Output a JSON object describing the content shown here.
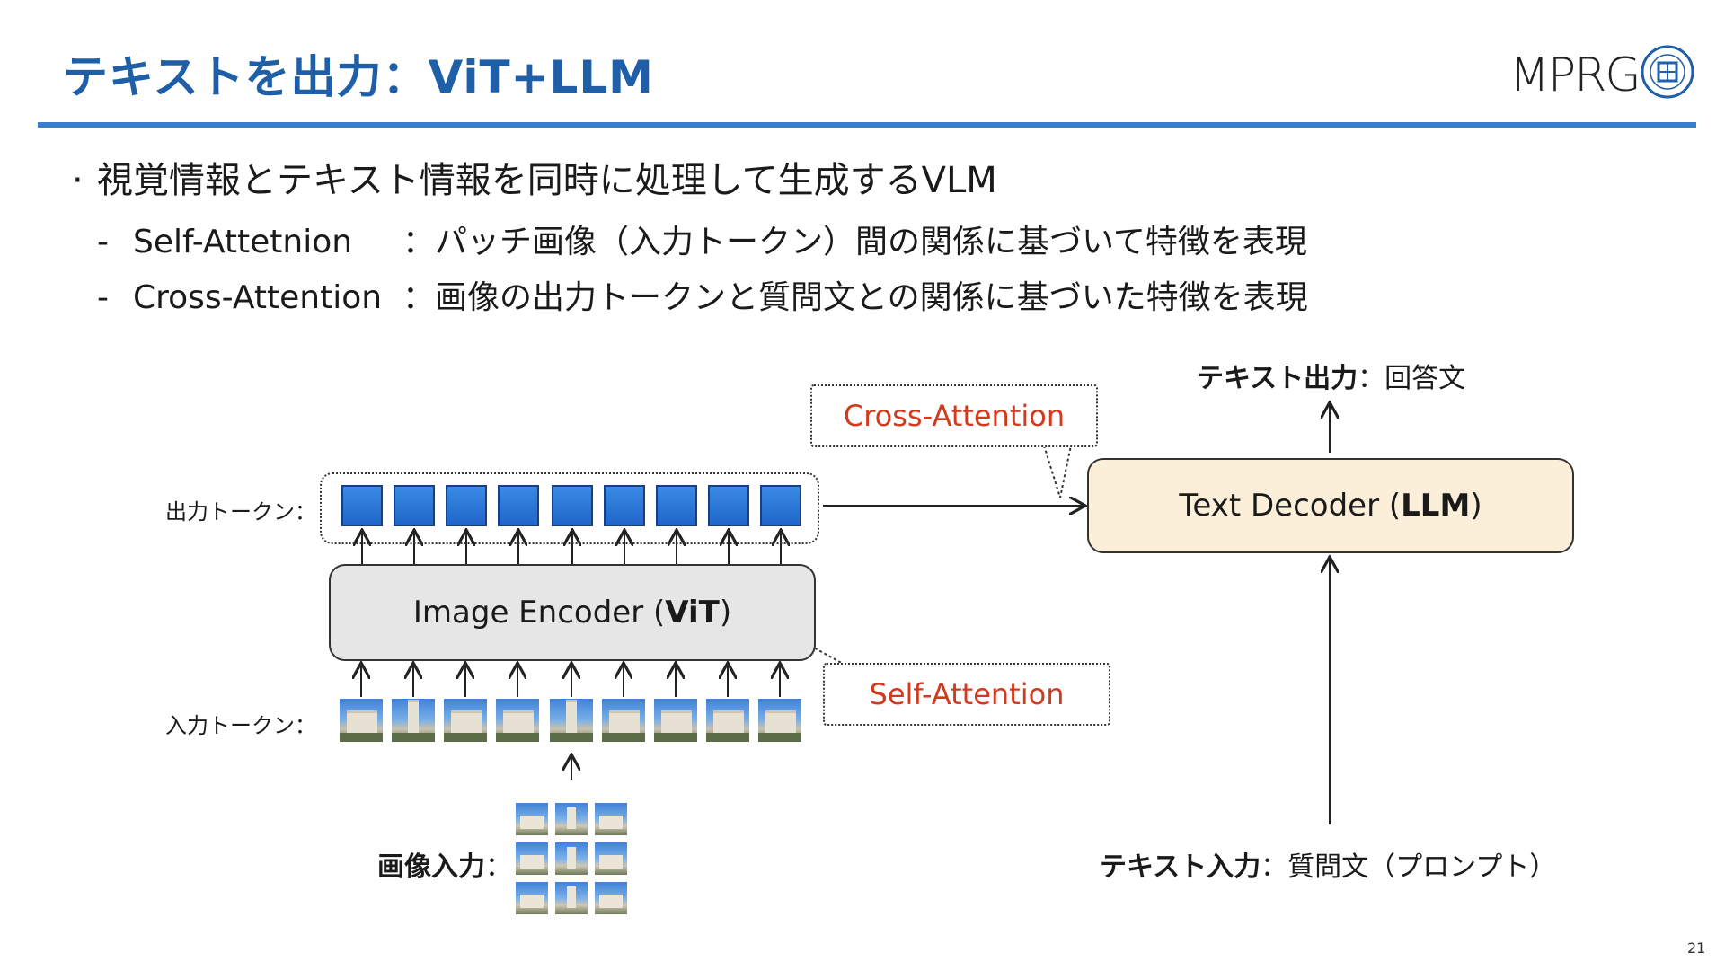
{
  "header": {
    "title": "テキストを出力：ViT+LLM",
    "logo_text": "MPRG"
  },
  "bullets": {
    "main": "視覚情報とテキスト情報を同時に処理して生成するVLM",
    "sub": [
      {
        "term": "Self-Attetnion",
        "desc": "：パッチ画像（入力トークン）間の関係に基づいて特徴を表現"
      },
      {
        "term": "Cross-Attention",
        "desc": "：画像の出力トークンと質問文との関係に基づいた特徴を表現"
      }
    ]
  },
  "diagram": {
    "output_tokens_label": "出力トークン：",
    "input_tokens_label": "入力トークン：",
    "encoder_label": "Image Encoder (",
    "encoder_bold": "ViT",
    "encoder_close": ")",
    "decoder_label": "Text Decoder (",
    "decoder_bold": "LLM",
    "decoder_close": ")",
    "cross_attention": "Cross-Attention",
    "self_attention": "Self-Attention",
    "text_output_bold": "テキスト出力",
    "text_output_rest": "：回答文",
    "image_input_bold": "画像入力",
    "image_input_rest": "：",
    "text_input_bold": "テキスト入力",
    "text_input_rest": "：質問文（プロンプト）",
    "token_count": 9,
    "accent_callout": "#d23a1e",
    "token_color": "#1f66c8",
    "decoder_fill": "#fcefd9",
    "encoder_fill": "#e6e6e6"
  },
  "page_number": "21"
}
